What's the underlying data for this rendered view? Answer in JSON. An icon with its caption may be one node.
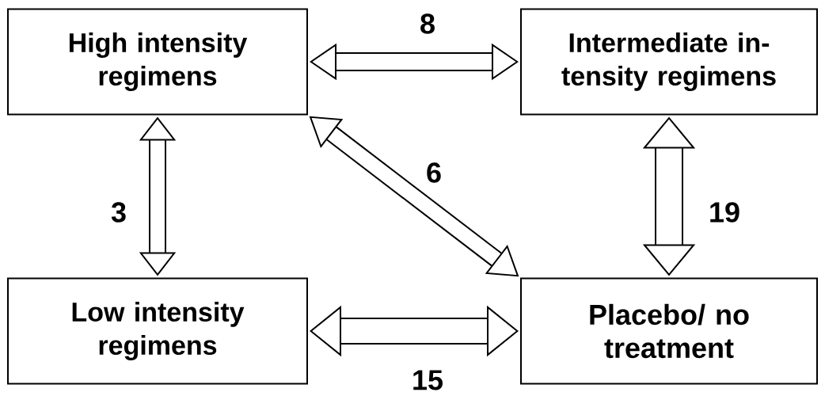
{
  "diagram": {
    "nodes": [
      {
        "text": [
          "High intensity regimens"
        ]
      },
      {
        "text": [
          "Intermediate in- tensity regimens"
        ]
      },
      {
        "text": [
          "Low intensity regimens"
        ]
      },
      {
        "text": [
          "Placebo/ no treatment"
        ]
      }
    ],
    "edges": [
      {
        "from": 0,
        "to": 1,
        "arrow": "both",
        "label": "8"
      },
      {
        "from": 0,
        "to": 2,
        "arrow": "both",
        "label": "3"
      },
      {
        "from": 0,
        "to": 3,
        "arrow": "both",
        "label": "6"
      },
      {
        "from": 1,
        "to": 3,
        "arrow": "both",
        "label": "19"
      },
      {
        "from": 2,
        "to": 3,
        "arrow": "both",
        "label": "15"
      }
    ]
  }
}
